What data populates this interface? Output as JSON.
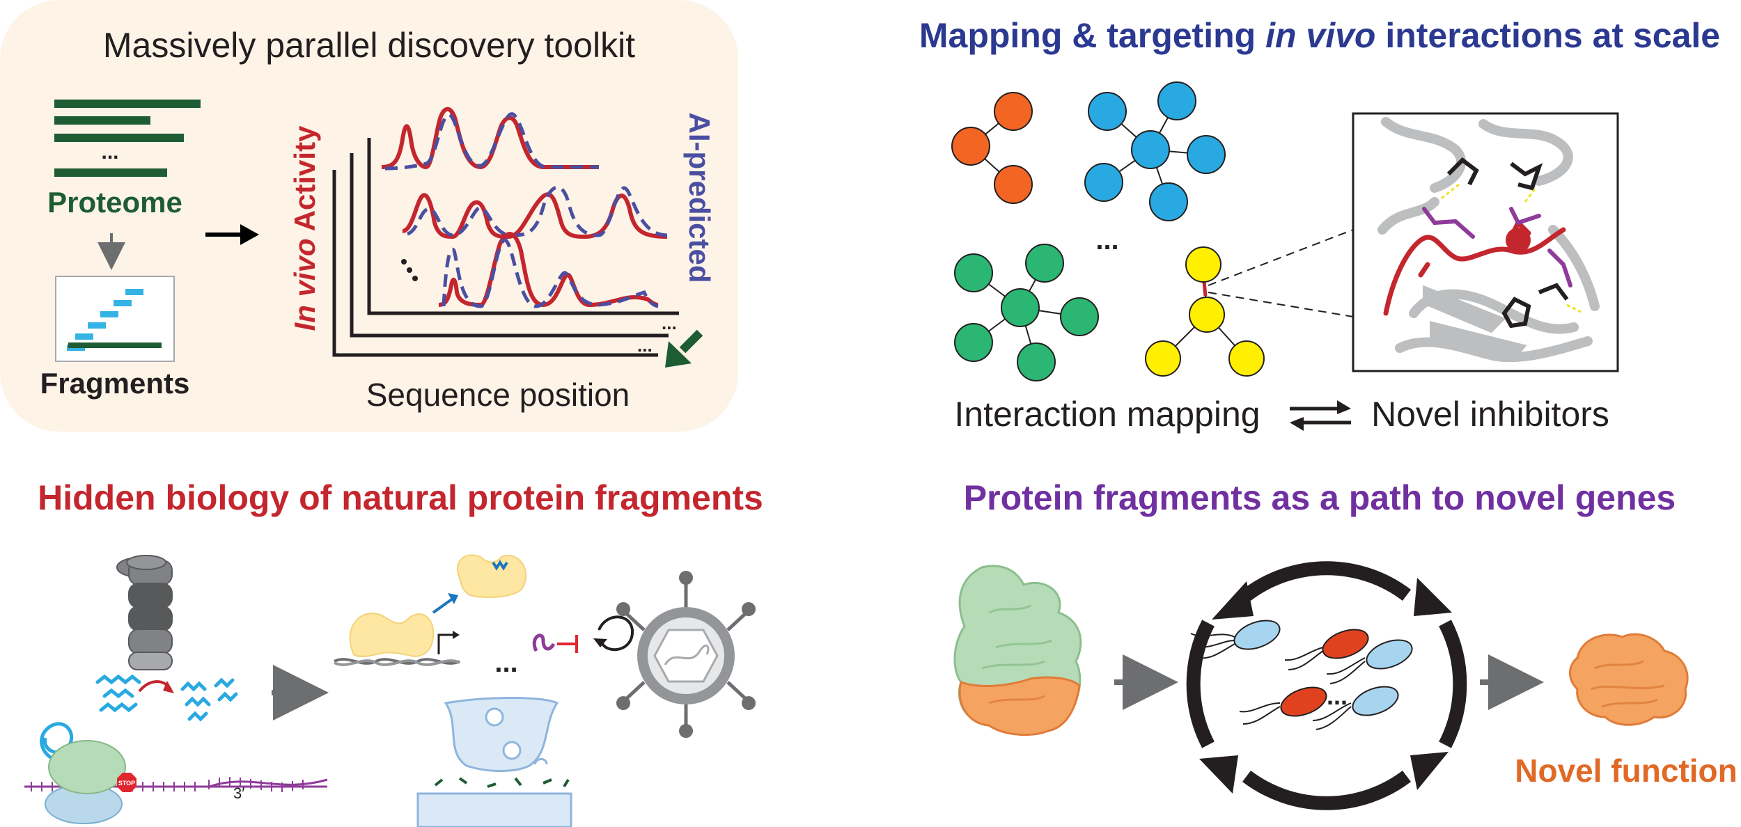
{
  "colors": {
    "toolkit_bg": "#fdf3e7",
    "proteome_green": "#1e5c34",
    "fragment_cyan": "#35b3e6",
    "activity_red": "#c4262e",
    "ai_blue": "#4a4fa2",
    "mapping_title_blue": "#2b3990",
    "hidden_title_red": "#c4262e",
    "genes_title_purple": "#7030a0",
    "novel_orange": "#e06a25",
    "node_orange": "#f26522",
    "node_blue": "#29a9e1",
    "node_green": "#2bb673",
    "node_yellow": "#ffef00",
    "arrow_gray": "#6d6e70",
    "arrow_black": "#231f20"
  },
  "panel_toolkit": {
    "title": "Massively parallel discovery toolkit",
    "proteome_label": "Proteome",
    "fragments_label": "Fragments",
    "list_ellipsis": "...",
    "activity_label_italic": "In vivo",
    "activity_label_rest": " Activity",
    "ai_label": "AI-predicted",
    "x_axis_label": "Sequence position",
    "ellipsis": "..."
  },
  "panel_mapping": {
    "title_part1": "Mapping & targeting ",
    "title_italic": "in vivo",
    "title_part2": " interactions at scale",
    "ellipsis": "...",
    "interaction_label": "Interaction mapping",
    "inhibitors_label": "Novel inhibitors"
  },
  "panel_hidden": {
    "title": "Hidden biology of natural protein fragments",
    "stop_label": "STOP",
    "three_prime": "3′",
    "ellipsis": "..."
  },
  "panel_genes": {
    "title": "Protein fragments as a path to novel genes",
    "ellipsis": "...",
    "novel_function": "Novel function"
  }
}
